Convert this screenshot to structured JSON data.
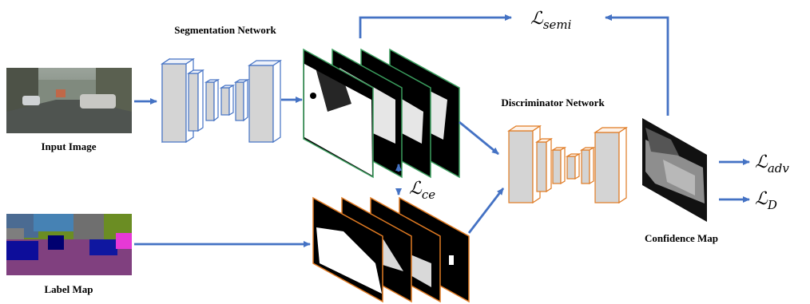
{
  "labels": {
    "segmentation_network": "Segmentation Network",
    "discriminator_network": "Discriminator Network",
    "input_image": "Input Image",
    "label_map": "Label Map",
    "confidence_map": "Confidence Map"
  },
  "losses": {
    "semi": {
      "symbol": "ℒ",
      "sub": "semi"
    },
    "ce": {
      "symbol": "ℒ",
      "sub": "ce"
    },
    "adv": {
      "symbol": "ℒ",
      "sub": "adv"
    },
    "d": {
      "symbol": "ℒ",
      "sub": "D"
    }
  },
  "colors": {
    "arrow": "#4472C4",
    "segmentation_network_outline": "#4472C4",
    "discriminator_network_outline": "#E07A22",
    "prediction_map_border": "#3A9D5D",
    "label_map_border": "#E07A22",
    "network_face": "#d4d4d4"
  }
}
